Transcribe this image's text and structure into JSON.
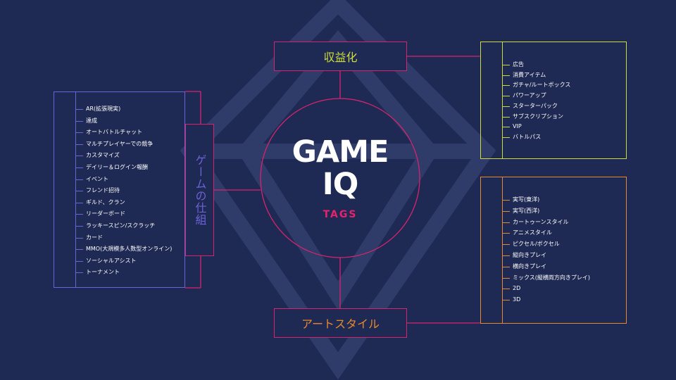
{
  "center": {
    "line1": "GAME",
    "line2": "IQ",
    "sub": "TAGS"
  },
  "monetization": {
    "title": "収益化",
    "items": [
      "広告",
      "消費アイテム",
      "ガチャ/ルートボックス",
      "パワーアップ",
      "スターターパック",
      "サブスクリプション",
      "VIP",
      "バトルパス"
    ]
  },
  "art_style": {
    "title": "アートスタイル",
    "items": [
      "実写(東洋)",
      "実写(西洋)",
      "カートゥーンスタイル",
      "アニメスタイル",
      "ピクセル/ボクセル",
      "縦向きプレイ",
      "横向きプレイ",
      "ミックス(縦横両方向きプレイ)",
      "2D",
      "3D"
    ]
  },
  "game_mechanics": {
    "title": "ゲームの仕組",
    "items": [
      "AR(拡張現実)",
      "達成",
      "オートバトルチャット",
      "マルチプレイヤーでの競争",
      "カスタマイズ",
      "デイリー＆ログイン報酬",
      "イベント",
      "フレンド招待",
      "ギルド、クラン",
      "リーダーボード",
      "ラッキースピン/スクラッチ",
      "カード",
      "MMO(大規模多人数型オンライン)",
      "ソーシャルアシスト",
      "トーナメント"
    ]
  },
  "colors": {
    "background": "#1f2a54",
    "connector": "#d6246e",
    "monetization_accent": "#cddc39",
    "art_accent": "#e8892b",
    "mechanics_accent": "#6b63d8"
  }
}
